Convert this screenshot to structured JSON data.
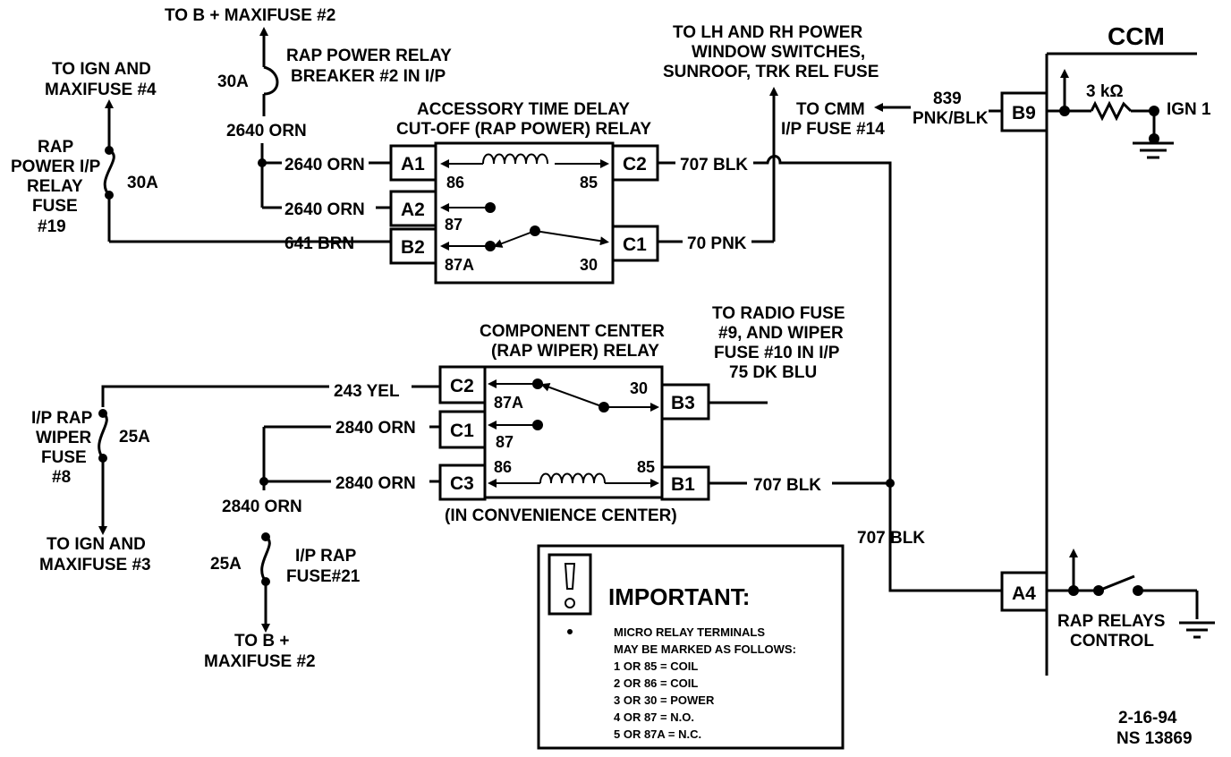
{
  "top_left": {
    "to_b_maxifuse_2_top": "TO B + MAXIFUSE #2",
    "rap_power_relay_breaker_line1": "RAP POWER RELAY",
    "rap_power_relay_breaker_line2": "BREAKER #2 IN I/P",
    "breaker_rating": "30A",
    "wire_2640_orn": "2640 ORN",
    "to_ign_line1": "TO IGN AND",
    "to_ign_line2": "MAXIFUSE #4",
    "fuse19_line1": "RAP",
    "fuse19_line2": "POWER I/P",
    "fuse19_line3": "RELAY",
    "fuse19_line4": "FUSE",
    "fuse19_line5": "#19",
    "fuse19_rating": "30A"
  },
  "relay1": {
    "title_line1": "ACCESSORY TIME DELAY",
    "title_line2": "CUT-OFF (RAP POWER) RELAY",
    "terminals": [
      "A1",
      "A2",
      "B2",
      "C2",
      "C1"
    ],
    "pins": [
      "86",
      "85",
      "87",
      "87A",
      "30"
    ],
    "wire_a1": "2640  ORN",
    "wire_a2": "2640 ORN",
    "wire_b2": "641 BRN",
    "wire_c2": "707 BLK",
    "wire_c1": "70 PNK"
  },
  "top_right": {
    "to_lh_rh_line1": "TO LH AND RH POWER",
    "to_lh_rh_line2": "WINDOW SWITCHES,",
    "to_lh_rh_line3": "SUNROOF, TRK REL FUSE",
    "to_cmm_line1": "TO CMM",
    "to_cmm_line2": "I/P FUSE #14",
    "wire_839_line1": "839",
    "wire_839_line2": "PNK/BLK",
    "ccm": "CCM",
    "terminal_b9": "B9",
    "resistor": "3 kΩ",
    "ign1": "IGN 1"
  },
  "relay2": {
    "title_line1": "COMPONENT CENTER",
    "title_line2": "(RAP WIPER) RELAY",
    "location": "(IN CONVENIENCE CENTER)",
    "terminals": [
      "C2",
      "C1",
      "C3",
      "B3",
      "B1"
    ],
    "pins": [
      "87A",
      "30",
      "87",
      "86",
      "85"
    ],
    "wire_c2": "243 YEL",
    "wire_c1": "2840 ORN",
    "wire_c3": "2840 ORN",
    "wire_b1": "707 BLK",
    "to_radio_line1": "TO RADIO FUSE",
    "to_radio_line2": "#9, AND WIPER",
    "to_radio_line3": "FUSE #10 IN I/P",
    "to_radio_line4": "75 DK BLU"
  },
  "bottom_left": {
    "fuse8_line1": "I/P RAP",
    "fuse8_line2": "WIPER",
    "fuse8_line3": "FUSE",
    "fuse8_line4": "#8",
    "fuse8_rating": "25A",
    "to_ign_line1": "TO IGN AND",
    "to_ign_line2": "MAXIFUSE #3",
    "wire_2840_orn": "2840 ORN",
    "fuse21_line1": "I/P RAP",
    "fuse21_line2": "FUSE#21",
    "fuse21_rating": "25A",
    "to_b_line1": "TO B +",
    "to_b_line2": "MAXIFUSE #2"
  },
  "bottom_right": {
    "wire_707_blk": "707 BLK",
    "terminal_a4": "A4",
    "rap_control_line1": "RAP RELAYS",
    "rap_control_line2": "CONTROL"
  },
  "important": {
    "heading": "IMPORTANT:",
    "line1": "MICRO RELAY TERMINALS",
    "line2": "MAY BE MARKED AS FOLLOWS:",
    "line3": "1 OR 85  =  COIL",
    "line4": "2 OR 86  =  COIL",
    "line5": "3 OR 30  =  POWER",
    "line6": "4 OR 87  =  N.O.",
    "line7": "5 OR 87A  =  N.C."
  },
  "footer": {
    "date": "2-16-94",
    "ref": "NS 13869"
  }
}
